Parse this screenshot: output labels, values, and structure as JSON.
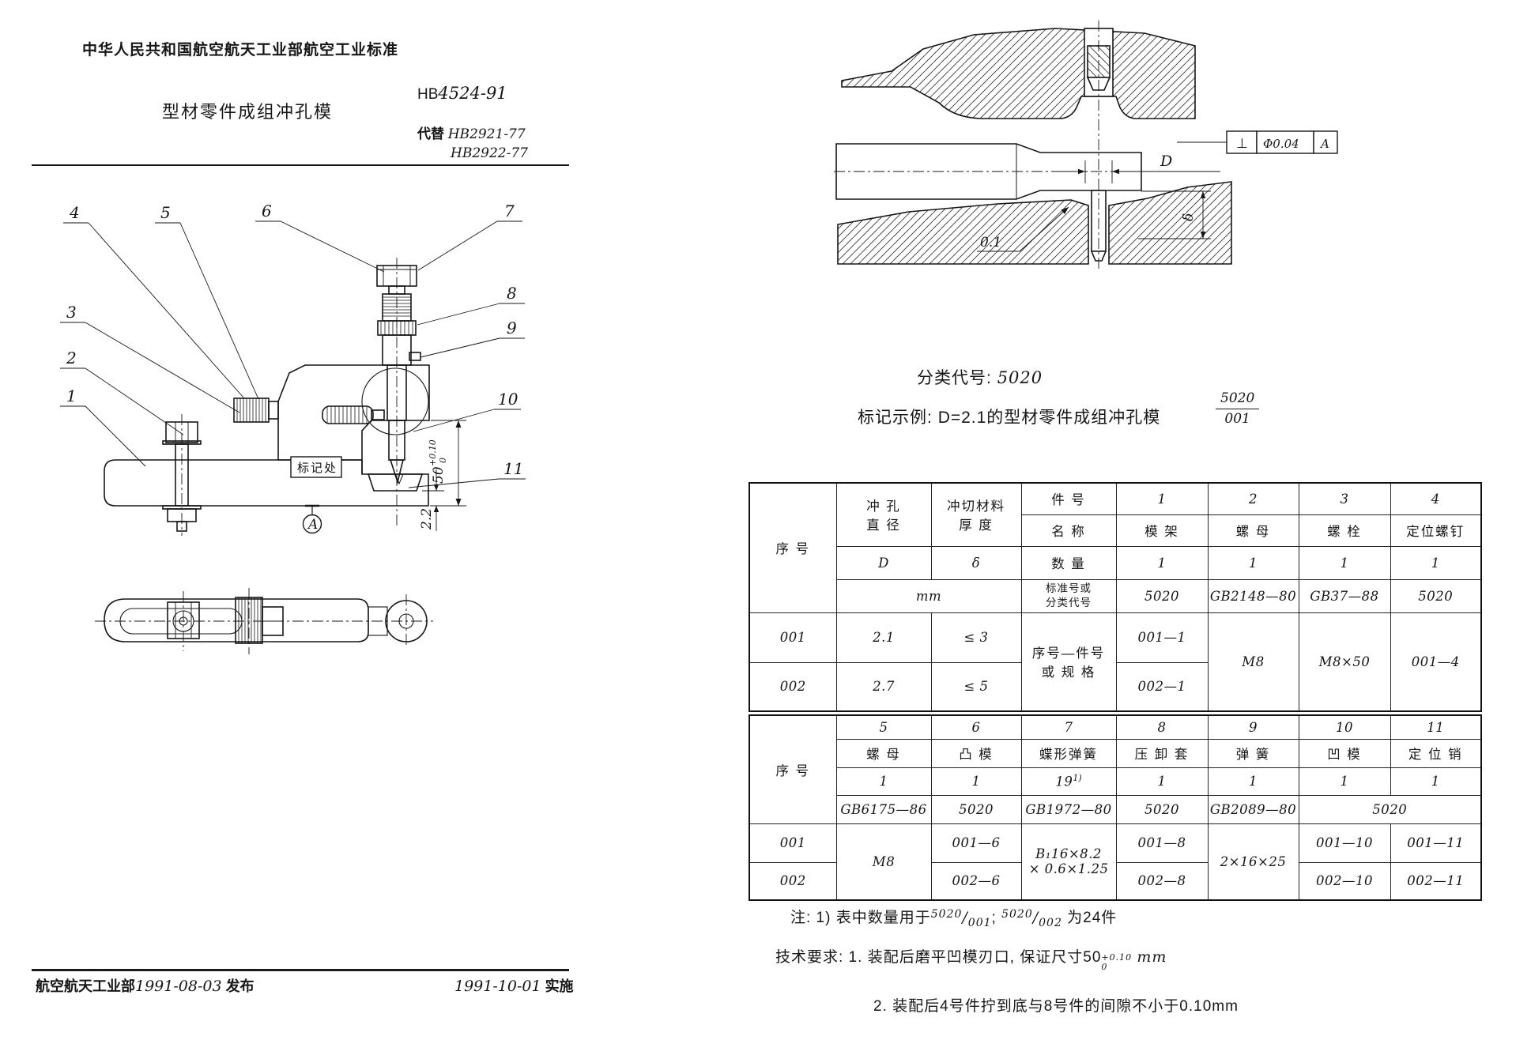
{
  "header": {
    "org_line": "中华人民共和国航空航天工业部航空工业标准",
    "title": "型材零件成组冲孔模",
    "std_prefix": "HB",
    "std_number": "4524-91",
    "replace_label": "代替",
    "replace_1": "HB2921-77",
    "replace_2": "HB2922-77"
  },
  "classification": {
    "label": "分类代号:",
    "code": "5020",
    "example_label": "标记示例:",
    "example_text": "D=2.1的型材零件成组冲孔模",
    "frac_top": "5020",
    "frac_bot": "001"
  },
  "drawing": {
    "parts": [
      "1",
      "2",
      "3",
      "4",
      "5",
      "6",
      "7",
      "8",
      "9",
      "10",
      "11"
    ],
    "mark_box": "标记处",
    "dim_height": "50",
    "dim_height_tol_upper": "+0.10",
    "dim_height_tol_lower": "0",
    "dim_die": "2.2",
    "datum": "A",
    "detail_dim_d": "D",
    "detail_dim_clearance": "0.1",
    "detail_dim_thickness": "δ",
    "fcf_symbol": "⊥",
    "fcf_tolerance": "Φ0.04",
    "fcf_datum": "A"
  },
  "table": {
    "seq_header": "序  号",
    "s1": {
      "h_dia_1": "冲  孔",
      "h_dia_2": "直  径",
      "h_mat_1": "冲切材料",
      "h_mat_2": "厚    度",
      "h_item": "件    号",
      "h_name": "名    称",
      "h_qty": "数    量",
      "h_std_1": "标准号或",
      "h_std_2": "分类代号",
      "h_spec_1": "序号—件号",
      "h_spec_2": "或 规 格",
      "d": "D",
      "delta": "δ",
      "mm": "mm",
      "nums": [
        "1",
        "2",
        "3",
        "4"
      ],
      "names": [
        "模    架",
        "螺    母",
        "螺    栓",
        "定位螺钉"
      ],
      "qtys": [
        "1",
        "1",
        "1",
        "1"
      ],
      "stds": [
        "5020",
        "GB2148—80",
        "GB37—88",
        "5020"
      ],
      "r001": {
        "seq": "001",
        "d": "2.1",
        "t": "≤ 3",
        "v1": "001—1"
      },
      "r002": {
        "seq": "002",
        "d": "2.7",
        "t": "≤ 5",
        "v1": "002—1"
      },
      "v2": "M8",
      "v3": "M8×50",
      "v4": "001—4"
    },
    "s2": {
      "nums": [
        "5",
        "6",
        "7",
        "8",
        "9",
        "10",
        "11"
      ],
      "names": [
        "螺    母",
        "凸    模",
        "蝶形弹簧",
        "压 卸 套",
        "弹    簧",
        "凹    模",
        "定 位 销"
      ],
      "qtys": [
        "1",
        "1",
        "19",
        "1",
        "1",
        "1",
        "1"
      ],
      "qty_sup": "1)",
      "stds": [
        "GB6175—86",
        "5020",
        "GB1972—80",
        "5020",
        "GB2089—80",
        "5020"
      ],
      "r001": {
        "seq": "001",
        "v6": "001—6",
        "v8": "001—8",
        "v10": "001—10",
        "v11": "001—11"
      },
      "r002": {
        "seq": "002",
        "v6": "002—6",
        "v8": "002—8",
        "v10": "002—10",
        "v11": "002—11"
      },
      "v5": "M8",
      "v7a": "B₁16×8.2",
      "v7b": "× 0.6×1.25",
      "v9": "2×16×25"
    }
  },
  "notes": {
    "n1_label": "注: 1)",
    "n1_pre": "表中数量用于",
    "f1_top": "5020",
    "f1_bot": "001",
    "n1_semi": ";",
    "f2_top": "5020",
    "f2_bot": "002",
    "n1_post": "为24件",
    "tech_label": "技术要求: 1.",
    "t1_pre": "装配后磨平凹模刃口, 保证尺寸50",
    "t1_sup": "+0.10",
    "t1_sub": "0",
    "t1_unit": "mm",
    "t2_label": "2.",
    "t2_text": "装配后4号件拧到底与8号件的间隙不小于0.10mm"
  },
  "footer": {
    "org": "航空航天工业部",
    "issue_date": "1991-08-03",
    "issue_word": "发布",
    "impl_date": "1991-10-01",
    "impl_word": "实施"
  }
}
